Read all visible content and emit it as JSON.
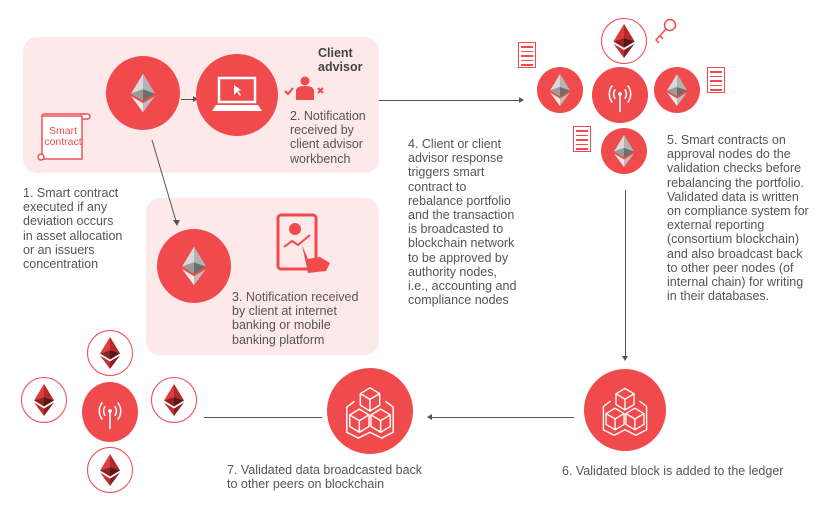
{
  "colors": {
    "accent": "#f04a4c",
    "panel": "#fde9ea",
    "text": "#555555"
  },
  "labels": {
    "client_advisor": "Client\nadvisor",
    "smart_contract": "Smart\ncontract",
    "step1": "1. Smart contract\nexecuted if any\ndeviation occurs\nin asset allocation\nor an issuers\nconcentration",
    "step2": "2. Notification\nreceived by\nclient advisor\nworkbench",
    "step3": "3. Notification received\nby client at internet\nbanking or mobile\nbanking platform",
    "step4": "4. Client or client\nadvisor response\ntriggers smart\ncontract to\nrebalance portfolio\nand the transaction\nis broadcasted to\nblockchain network\nto be approved by\nauthority nodes,\ni.e., accounting and\ncompliance nodes",
    "step5": "5. Smart contracts on\napproval nodes do the\nvalidation checks before\nrebalancing the portfolio.\nValidated data is written\non compliance system for\nexternal reporting\n(consortium blockchain)\nand also broadcast back\nto other peer nodes (of\ninternal chain)  for writing\nin their databases.",
    "step6": "6. Validated block is added to the ledger",
    "step7": "7. Validated data broadcasted back\nto other peers on blockchain"
  },
  "icons": [
    "ethereum-icon",
    "laptop-icon",
    "person-icon",
    "tablet-icon",
    "key-icon",
    "document-icon",
    "antenna-icon",
    "blocks-icon",
    "scroll-icon"
  ]
}
